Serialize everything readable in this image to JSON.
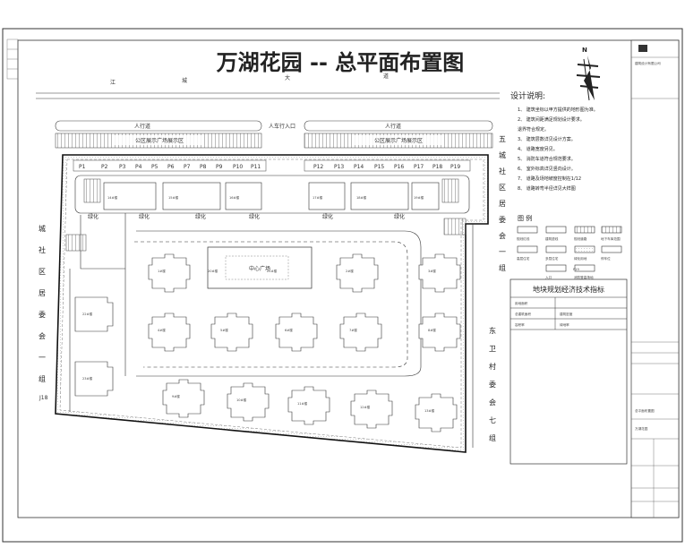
{
  "title": "万湖花园 -- 总平面布置图",
  "north_label": "N",
  "road_top": [
    "江",
    "城",
    "大",
    "道"
  ],
  "road_right": [
    "东",
    "卫",
    "村",
    "委",
    "会",
    "七",
    "组"
  ],
  "road_right_top": [
    "五",
    "城",
    "社",
    "区",
    "居",
    "委",
    "会",
    "一",
    "组"
  ],
  "road_left": [
    "城",
    "社",
    "区",
    "居",
    "委",
    "会",
    "一",
    "组"
  ],
  "entrances": [
    "人行道",
    "人车行入口",
    "人行道"
  ],
  "display_area_left": "公区展示广场展示区",
  "display_area_right": "公区展示广场展示区",
  "parking_left": [
    "P1",
    "P2",
    "P3",
    "P4",
    "P5",
    "P6",
    "P7",
    "P8",
    "P9",
    "P10",
    "P11"
  ],
  "parking_right": [
    "P12",
    "P13",
    "P14",
    "P15",
    "P16",
    "P17",
    "P18",
    "P19"
  ],
  "green_labels": [
    "绿化",
    "绿化",
    "绿化",
    "绿化",
    "绿化",
    "绿化"
  ],
  "building_tags": [
    "1#楼",
    "2#楼",
    "3#楼",
    "4#楼",
    "5#楼",
    "6#楼",
    "7#楼",
    "8#楼",
    "9#楼",
    "10#楼",
    "11#楼",
    "12#楼",
    "13#楼",
    "14#楼",
    "15#楼",
    "16#楼",
    "17#楼",
    "18#楼",
    "19#楼",
    "20#楼",
    "21#楼",
    "22#楼",
    "23#楼"
  ],
  "center_plaza": "中心广场",
  "corner_marker": "J18",
  "design_notes": {
    "heading": "设计说明:",
    "items": [
      "1、 建筑坐标以甲方提供的地形图为准。",
      "2、 建筑间距满足规划设计要求。",
      "   退界符合规定。",
      "3、 建筑层数详见设计方案。",
      "4、 道路宽度另见。",
      "5、 消防车道符合规范要求。",
      "6、 室外标高详见竖向设计。",
      "7、 道路及场地坡度控制在1/12",
      "8、 道路转弯半径详见大样图"
    ]
  },
  "legend": {
    "heading": "图 例",
    "items": [
      "规划红线",
      "建筑退线",
      "规划道路",
      "地下车库范围",
      "高层住宅",
      "多层住宅",
      "绿化用地",
      "停车位",
      "入口",
      "消防登高场地"
    ]
  },
  "legend_parking_sample": "P19",
  "index_table": {
    "heading": "地块规划经济技术指标",
    "rows": [
      "用地面积",
      "总建筑面积",
      "容积率",
      "建筑密度",
      "绿地率"
    ]
  },
  "title_block": {
    "firm": "建筑设计有限公司",
    "drawing": "总平面布置图",
    "project": "万湖花园"
  },
  "colors": {
    "line": "#222222",
    "road": "#e9e9e9",
    "building": "#ffffff",
    "boundary": "#000000"
  }
}
